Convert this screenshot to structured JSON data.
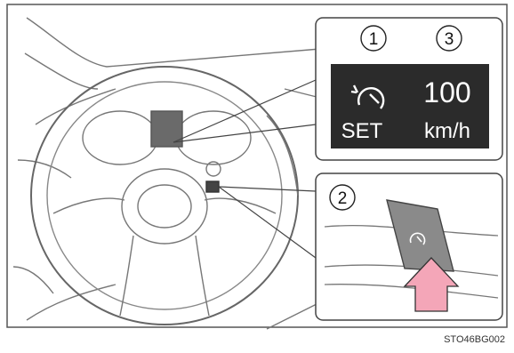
{
  "callouts": {
    "c1": "1",
    "c2": "2",
    "c3": "3"
  },
  "display": {
    "set_label": "SET",
    "speed_value": "100",
    "speed_unit": "km/h",
    "background": "#2b2b2b",
    "text_color": "#ffffff",
    "icon": "cruise-control-icon"
  },
  "lever": {
    "icon": "cruise-control-icon",
    "arrow_color": "#f4a6b8"
  },
  "figure_code": "STO46BG002"
}
